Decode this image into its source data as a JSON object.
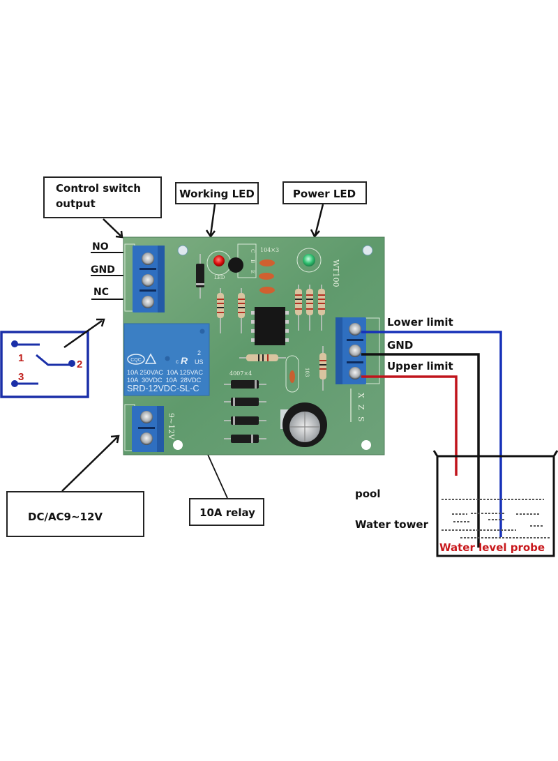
{
  "callouts": {
    "control_switch_output": [
      "Control switch",
      "output"
    ],
    "working_led": "Working LED",
    "power_led": "Power LED",
    "power_input": "DC/AC9~12V",
    "relay": "10A relay"
  },
  "output_terminals": {
    "no": "NO",
    "gnd": "GND",
    "nc": "NC"
  },
  "relay_schematic": {
    "pin1": "1",
    "pin2": "2",
    "pin3": "3",
    "color": "#1a2fa8",
    "pin_label_color": "#c0201c"
  },
  "probe_terminals": {
    "lower_limit": "Lower limit",
    "gnd": "GND",
    "upper_limit": "Upper limit"
  },
  "tank": {
    "pool": "pool",
    "water_tower": "Water tower",
    "probe_label": "Water level probe"
  },
  "wire_colors": {
    "lower_limit": "#1630b8",
    "gnd": "#111111",
    "upper_limit": "#c0141c"
  },
  "pcb": {
    "board_name": "WT100",
    "cap_label": "104×3",
    "diode_label": "4007×4",
    "led_label": "LED",
    "transistor_pins": [
      "C",
      "B",
      "E"
    ],
    "cap_code": "103",
    "power_silk": "9~12V",
    "probe_silk": [
      "X",
      "Z",
      "S"
    ],
    "color": "#5f9a6c",
    "relay": {
      "cert_left": "CQC",
      "cert_right": "US",
      "cert_c": "c",
      "cert_num": "2",
      "rating_line1": "10A 250VAC  10A 125VAC",
      "rating_line2": "10A  30VDC  10A  28VDC",
      "model": "SRD-12VDC-SL-C",
      "color": "#3b7fc4"
    }
  }
}
